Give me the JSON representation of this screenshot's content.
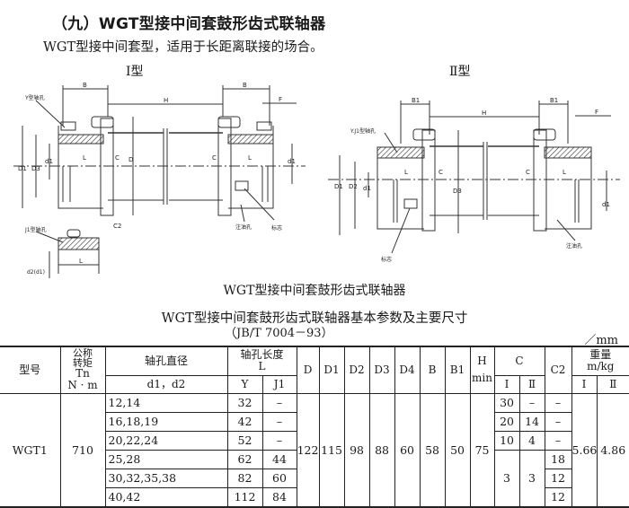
{
  "heading": "（九）WGT型接中间套鼓形齿式联轴器",
  "intro": "WGT型接中间套型，适用于长距离联接的场合。",
  "drawing": {
    "type1_title": "Ⅰ型",
    "type2_title": "Ⅱ型",
    "labels": {
      "y_bore": "Y型轴孔",
      "j1_bore": "J1型轴孔",
      "yj1_bore": "Y.J1型轴孔",
      "oil_hole": "注油孔",
      "mark": "标志",
      "B": "B",
      "B1": "B1",
      "H": "H",
      "F": "F",
      "L": "L",
      "C": "C",
      "C2": "C2",
      "D": "D",
      "D1": "D1",
      "D2": "D2",
      "D3": "D3",
      "d1": "d1",
      "d2": "d2(d1)"
    },
    "caption": "WGT型接中间套鼓形齿式联轴器"
  },
  "table": {
    "title": "WGT型接中间套鼓形齿式联轴器基本参数及主要尺寸",
    "standard": "（JB/T 7004－93）",
    "unit": "／mm",
    "headers": {
      "model": "型号",
      "torque": "公称转矩",
      "torque_sym": "Tn",
      "torque_unit": "N · m",
      "bore_dia": "轴孔直径",
      "bore_dia_sym": "d1，d2",
      "bore_len": "轴孔长度",
      "bore_len_sym": "L",
      "Y": "Y",
      "J1": "J1",
      "D": "D",
      "D1": "D1",
      "D2": "D2",
      "D3": "D3",
      "D4": "D4",
      "B": "B",
      "B1": "B1",
      "H": "H",
      "H_min": "min",
      "C": "C",
      "C_I": "Ⅰ",
      "C_II": "Ⅱ",
      "C2": "C2",
      "weight": "重量",
      "weight_unit": "m/kg",
      "w_I": "Ⅰ",
      "w_II": "Ⅱ"
    },
    "common": {
      "model": "WGT1",
      "torque": "710",
      "D": "122",
      "D1": "115",
      "D2": "98",
      "D3": "88",
      "D4": "60",
      "B": "58",
      "B1": "50",
      "H": "75",
      "C_I_merged": "3",
      "C_II_merged": "3",
      "w_I": "5.66",
      "w_II": "4.86"
    },
    "rows": [
      {
        "d": "12,14",
        "Y": "32",
        "J1": "–",
        "C_I": "30",
        "C_II": "–",
        "C2": "–"
      },
      {
        "d": "16,18,19",
        "Y": "42",
        "J1": "–",
        "C_I": "20",
        "C_II": "14",
        "C2": "–"
      },
      {
        "d": "20,22,24",
        "Y": "52",
        "J1": "–",
        "C_I": "10",
        "C_II": "4",
        "C2": "–"
      },
      {
        "d": "25,28",
        "Y": "62",
        "J1": "44",
        "C2": "18"
      },
      {
        "d": "30,32,35,38",
        "Y": "82",
        "J1": "60",
        "C2": "12"
      },
      {
        "d": "40,42",
        "Y": "112",
        "J1": "84",
        "C2": "12"
      }
    ]
  }
}
